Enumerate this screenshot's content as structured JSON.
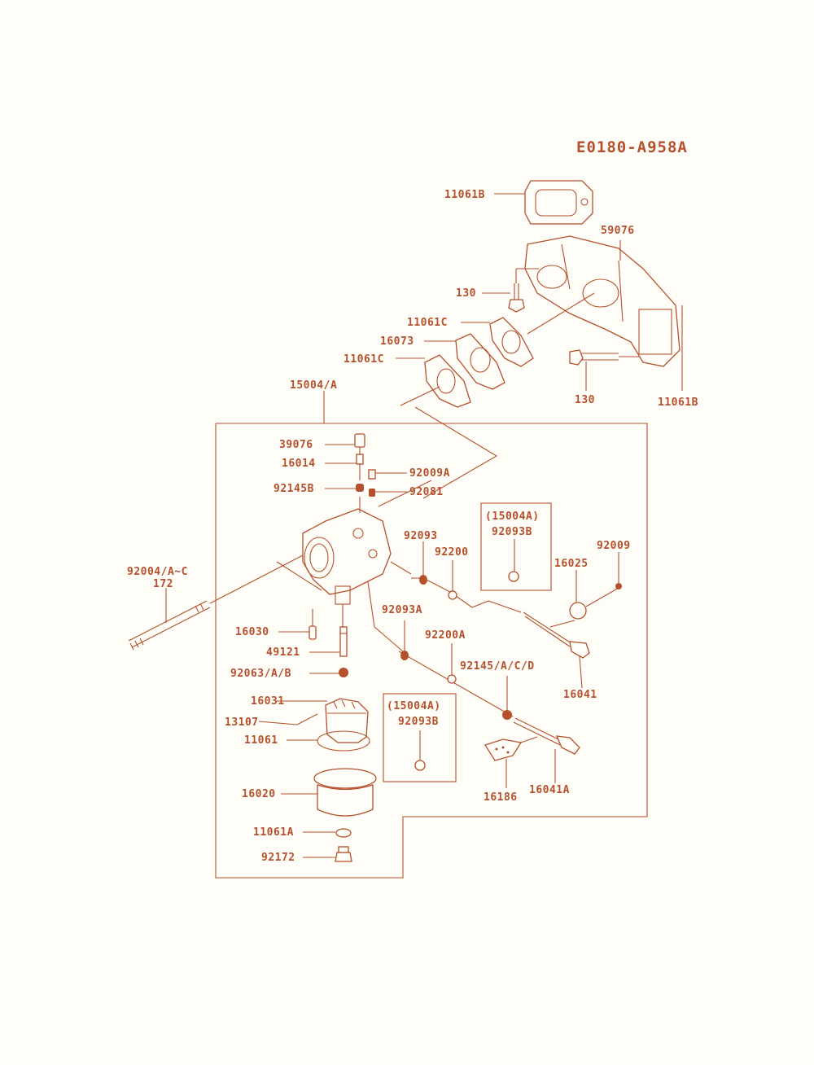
{
  "diagram_code": "E0180-A958A",
  "callouts": {
    "c_11061B_top": "11061B",
    "c_59076": "59076",
    "c_130_top": "130",
    "c_11061C_a": "11061C",
    "c_16073": "16073",
    "c_11061C_b": "11061C",
    "c_130_bot": "130",
    "c_11061B_right": "11061B",
    "c_15004A": "15004/A",
    "c_39076": "39076",
    "c_16014": "16014",
    "c_92009A": "92009A",
    "c_92145B": "92145B",
    "c_92081": "92081",
    "c_92093": "92093",
    "c_92200": "92200",
    "c_92009": "92009",
    "c_16025": "16025",
    "c_92004": "92004/A~C",
    "c_172": "172",
    "c_16030": "16030",
    "c_49121": "49121",
    "c_92063": "92063/A/B",
    "c_92093A": "92093A",
    "c_92200A": "92200A",
    "c_92145ACD": "92145/A/C/D",
    "c_16041": "16041",
    "c_16031": "16031",
    "c_13107": "13107",
    "c_11061": "11061",
    "c_16020": "16020",
    "c_11061A": "11061A",
    "c_92172": "92172",
    "c_16186": "16186",
    "c_16041A": "16041A"
  },
  "inset_boxes": {
    "upper": {
      "ref": "(15004A)",
      "part": "92093B"
    },
    "lower": {
      "ref": "(15004A)",
      "part": "92093B"
    }
  },
  "colors": {
    "ink": "#b5502c",
    "paper": "#fefdf7"
  }
}
